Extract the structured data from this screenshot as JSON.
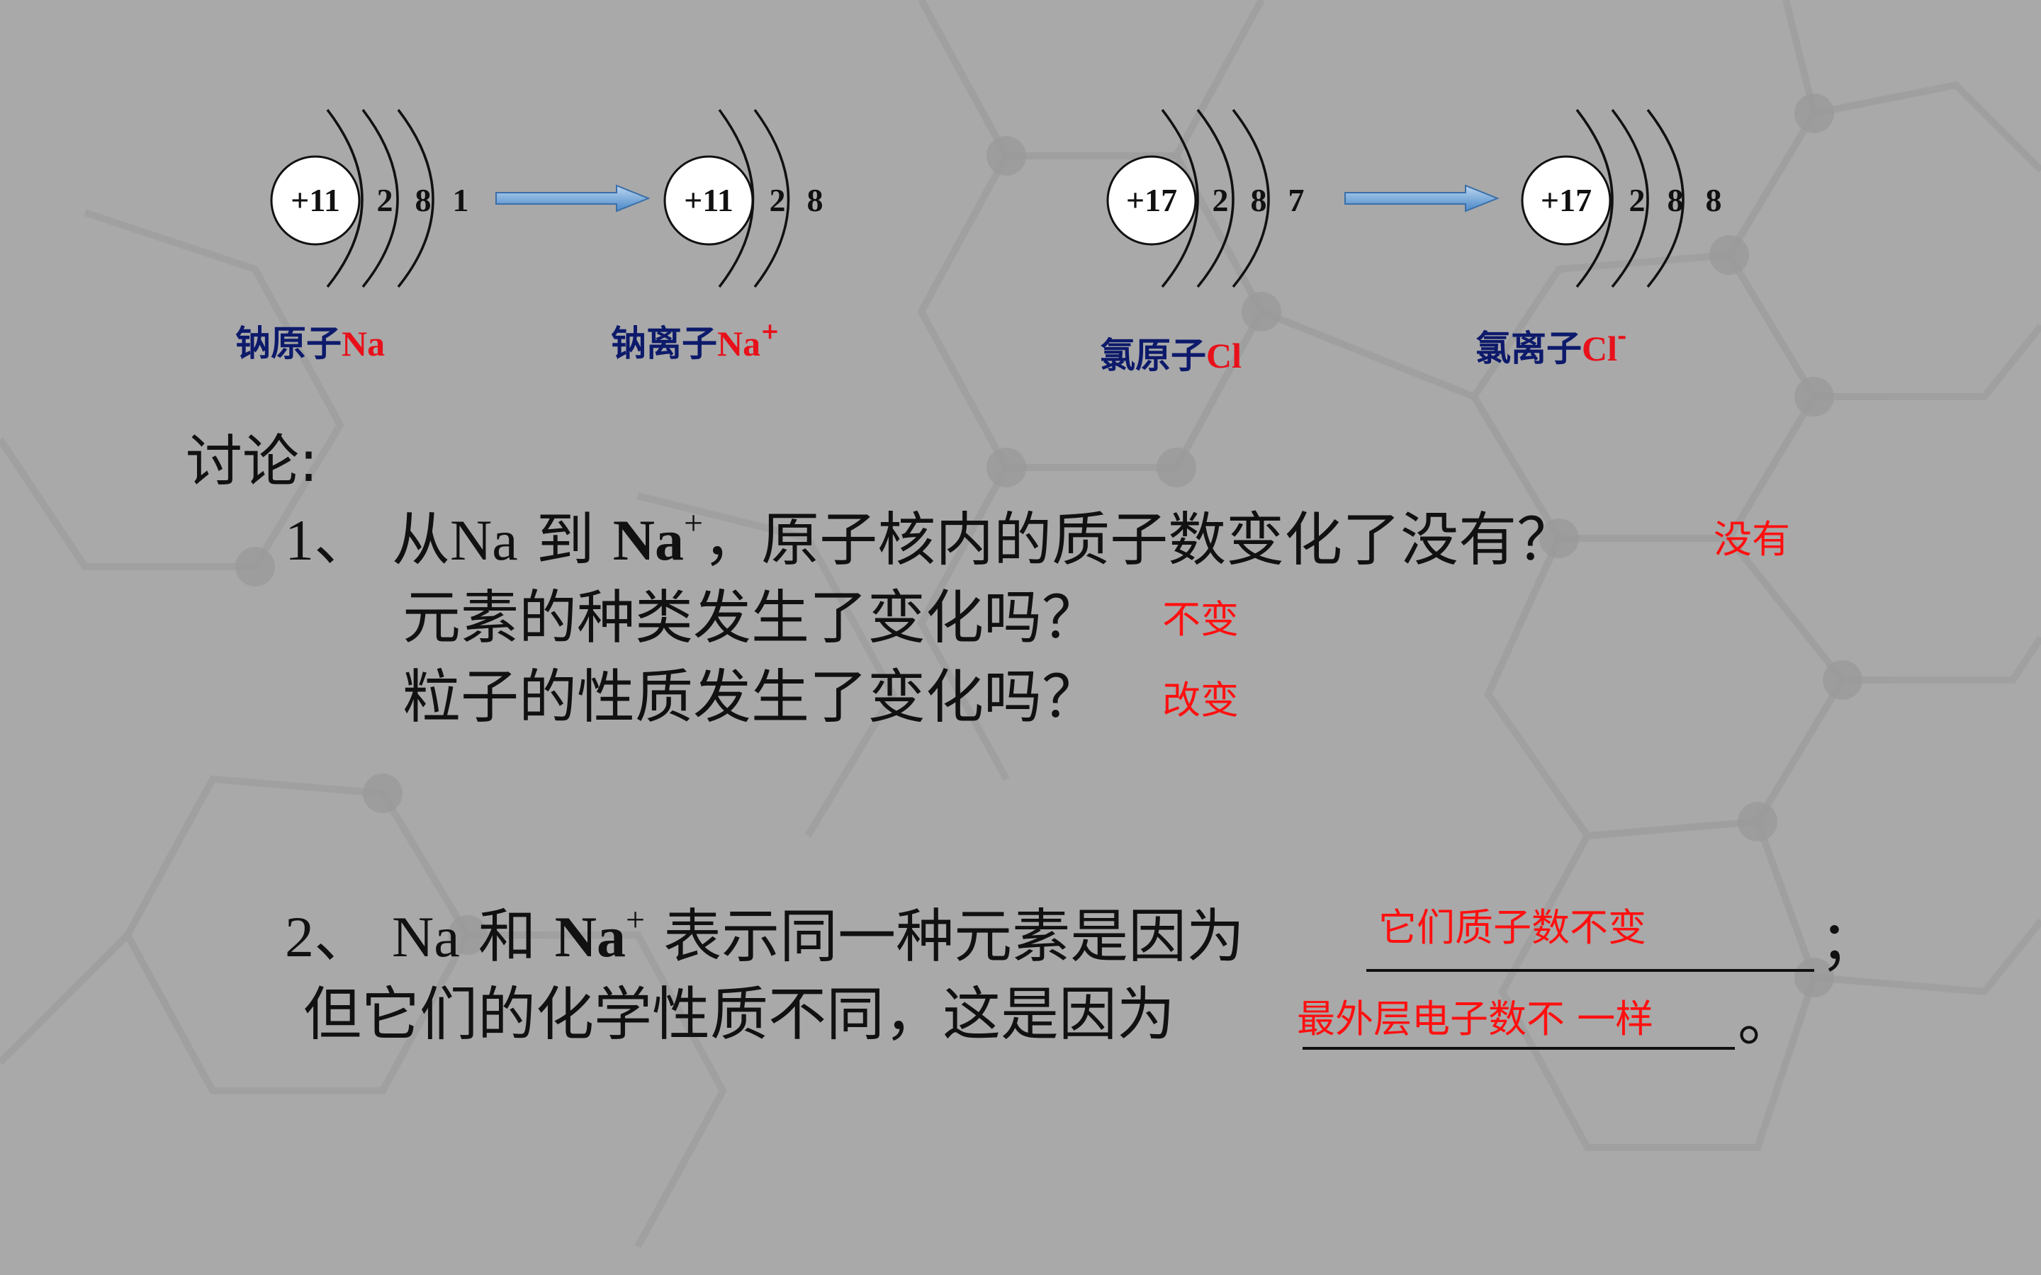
{
  "atoms": [
    {
      "id": "na-atom",
      "charge": "+11",
      "shells": [
        "2",
        "8",
        "1"
      ],
      "label_cn": "钠原子",
      "symbol": "Na",
      "symbol_sup": ""
    },
    {
      "id": "na-ion",
      "charge": "+11",
      "shells": [
        "2",
        "8"
      ],
      "label_cn": "钠离子",
      "symbol": "Na",
      "symbol_sup": "+"
    },
    {
      "id": "cl-atom",
      "charge": "+17",
      "shells": [
        "2",
        "8",
        "7"
      ],
      "label_cn": "氯原子",
      "symbol": "Cl",
      "symbol_sup": ""
    },
    {
      "id": "cl-ion",
      "charge": "+17",
      "shells": [
        "2",
        "8",
        "8"
      ],
      "label_cn": "氯离子",
      "symbol": "Cl",
      "symbol_sup": "-"
    }
  ],
  "discussion": {
    "title": "讨论:",
    "q1": {
      "num": "1、",
      "from_text": "从",
      "na": "Na",
      "to_text": " 到 ",
      "na2": "Na",
      "sup": "+",
      "rest": "，原子核内的质子数变化了没有？",
      "answer": "没有"
    },
    "q1b": {
      "text": "元素的种类发生了变化吗？",
      "answer": "不变"
    },
    "q1c": {
      "text": "粒子的性质发生了变化吗？",
      "answer": "改变"
    },
    "q2": {
      "num": "2、",
      "na": "Na",
      "and_text": " 和 ",
      "na2": "Na",
      "sup": "+",
      "rest": " 表示同一种元素是因为",
      "answer": "它们质子数不变",
      "end": "；"
    },
    "q2b": {
      "text": "但它们的化学性质不同，这是因为",
      "answer": "最外层电子数不 一样",
      "end": "。"
    }
  },
  "colors": {
    "background": "#a9a9a9",
    "label_blue": "#0d1a6b",
    "answer_red": "#ff1010",
    "arrow": "#5b9bd5"
  }
}
